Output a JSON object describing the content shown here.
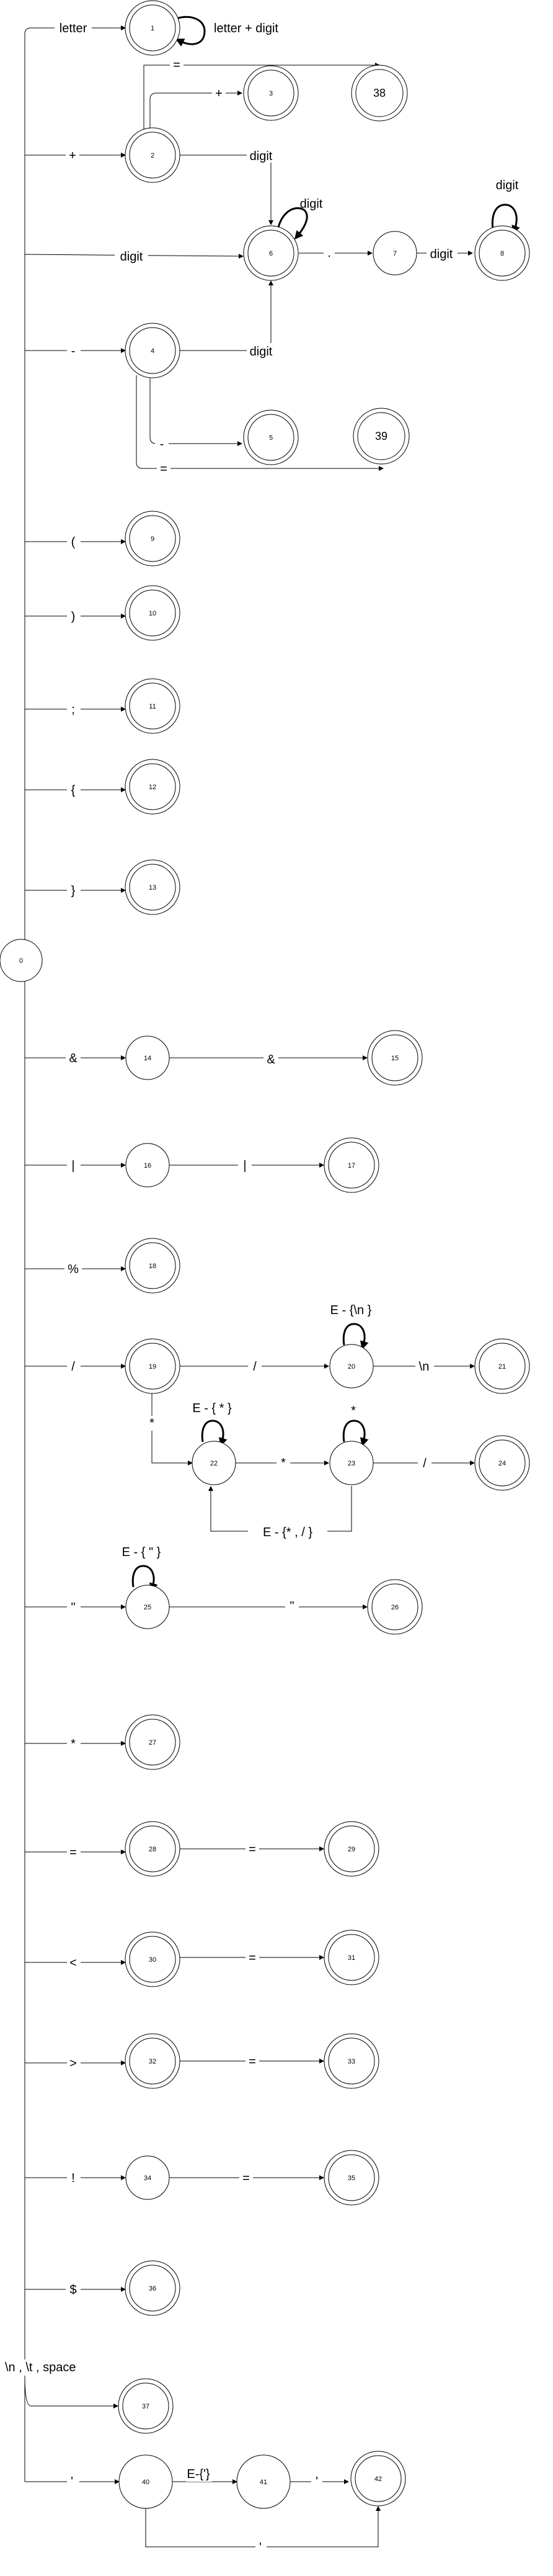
{
  "diagram": {
    "nodes": [
      "0",
      "1",
      "2",
      "3",
      "38",
      "6",
      "7",
      "8",
      "4",
      "5",
      "39",
      "9",
      "10",
      "11",
      "12",
      "13",
      "14",
      "15",
      "16",
      "17",
      "18",
      "19",
      "20",
      "21",
      "22",
      "23",
      "24",
      "25",
      "26",
      "27",
      "28",
      "29",
      "30",
      "31",
      "32",
      "33",
      "34",
      "35",
      "36",
      "37",
      "40",
      "41",
      "42"
    ],
    "accepting": [
      "1",
      "2",
      "3",
      "38",
      "6",
      "8",
      "4",
      "5",
      "39",
      "9",
      "10",
      "11",
      "12",
      "13",
      "15",
      "17",
      "18",
      "19",
      "21",
      "24",
      "26",
      "27",
      "28",
      "29",
      "30",
      "31",
      "32",
      "33",
      "35",
      "36",
      "37",
      "42"
    ],
    "edge_labels": {
      "e0_1": "letter",
      "loop_1": "letter + digit",
      "e2_38": "=",
      "e2_3": "+",
      "e0_2": "+",
      "e2_6": "digit",
      "loop_6": "digit",
      "e0_6": "digit",
      "e6_7": ".",
      "e7_8": "digit",
      "loop_8": "digit",
      "e0_4": "-",
      "e4_6": "digit",
      "e4_5": "-",
      "e4_39": "=",
      "e0_9": "(",
      "e0_10": ")",
      "e0_11": ";",
      "e0_12": "{",
      "e0_13": "}",
      "e0_14": "&",
      "e14_15": "&",
      "e0_16": "|",
      "e16_17": "|",
      "e0_18": "%",
      "e0_19": "/",
      "e19_20": "/",
      "loop_20": "E - {\\n }",
      "e20_21": "\\n",
      "e19_22": "*",
      "loop_22": "E - { * }",
      "e22_23": "*",
      "loop_23": "*",
      "e23_24": "/",
      "e23_22": "E - {* , / }",
      "e0_25": "\"",
      "loop_25": "E - { \" }",
      "e25_26": "\"",
      "e0_27": "*",
      "e0_28": "=",
      "e28_29": "=",
      "e0_30": "<",
      "e30_31": "=",
      "e0_32": ">",
      "e32_33": "=",
      "e0_34": "!",
      "e34_35": "=",
      "e0_36": "$",
      "e0_37": "\\n , \\t , space",
      "e0_40": "'",
      "e40_41": "E-{'}",
      "e41_42": "'",
      "e40_42": "'"
    }
  }
}
